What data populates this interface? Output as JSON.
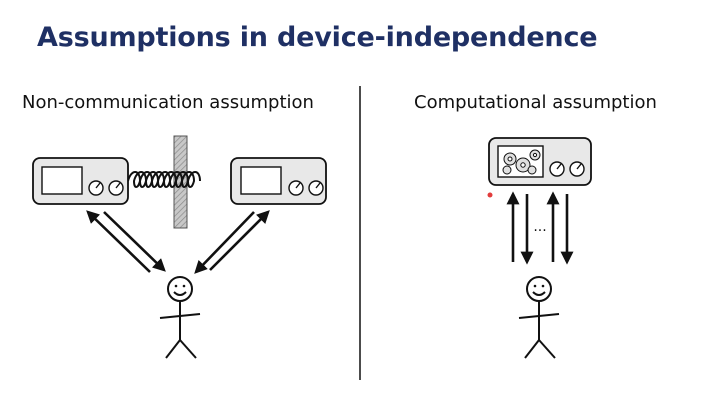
{
  "slide": {
    "title": "Assumptions in device-independence",
    "left_heading": "Non-communication assumption",
    "right_heading": "Computational assumption",
    "ellipsis": "..."
  },
  "colors": {
    "title": "#1f3064",
    "stroke": "#111111",
    "device_fill": "#e8e8e8",
    "wall_fill": "#bdbdbd",
    "marker": "#e23c3c"
  },
  "icons": [
    "gear-icon",
    "dial-icon",
    "spring-coil",
    "stick-figure"
  ]
}
